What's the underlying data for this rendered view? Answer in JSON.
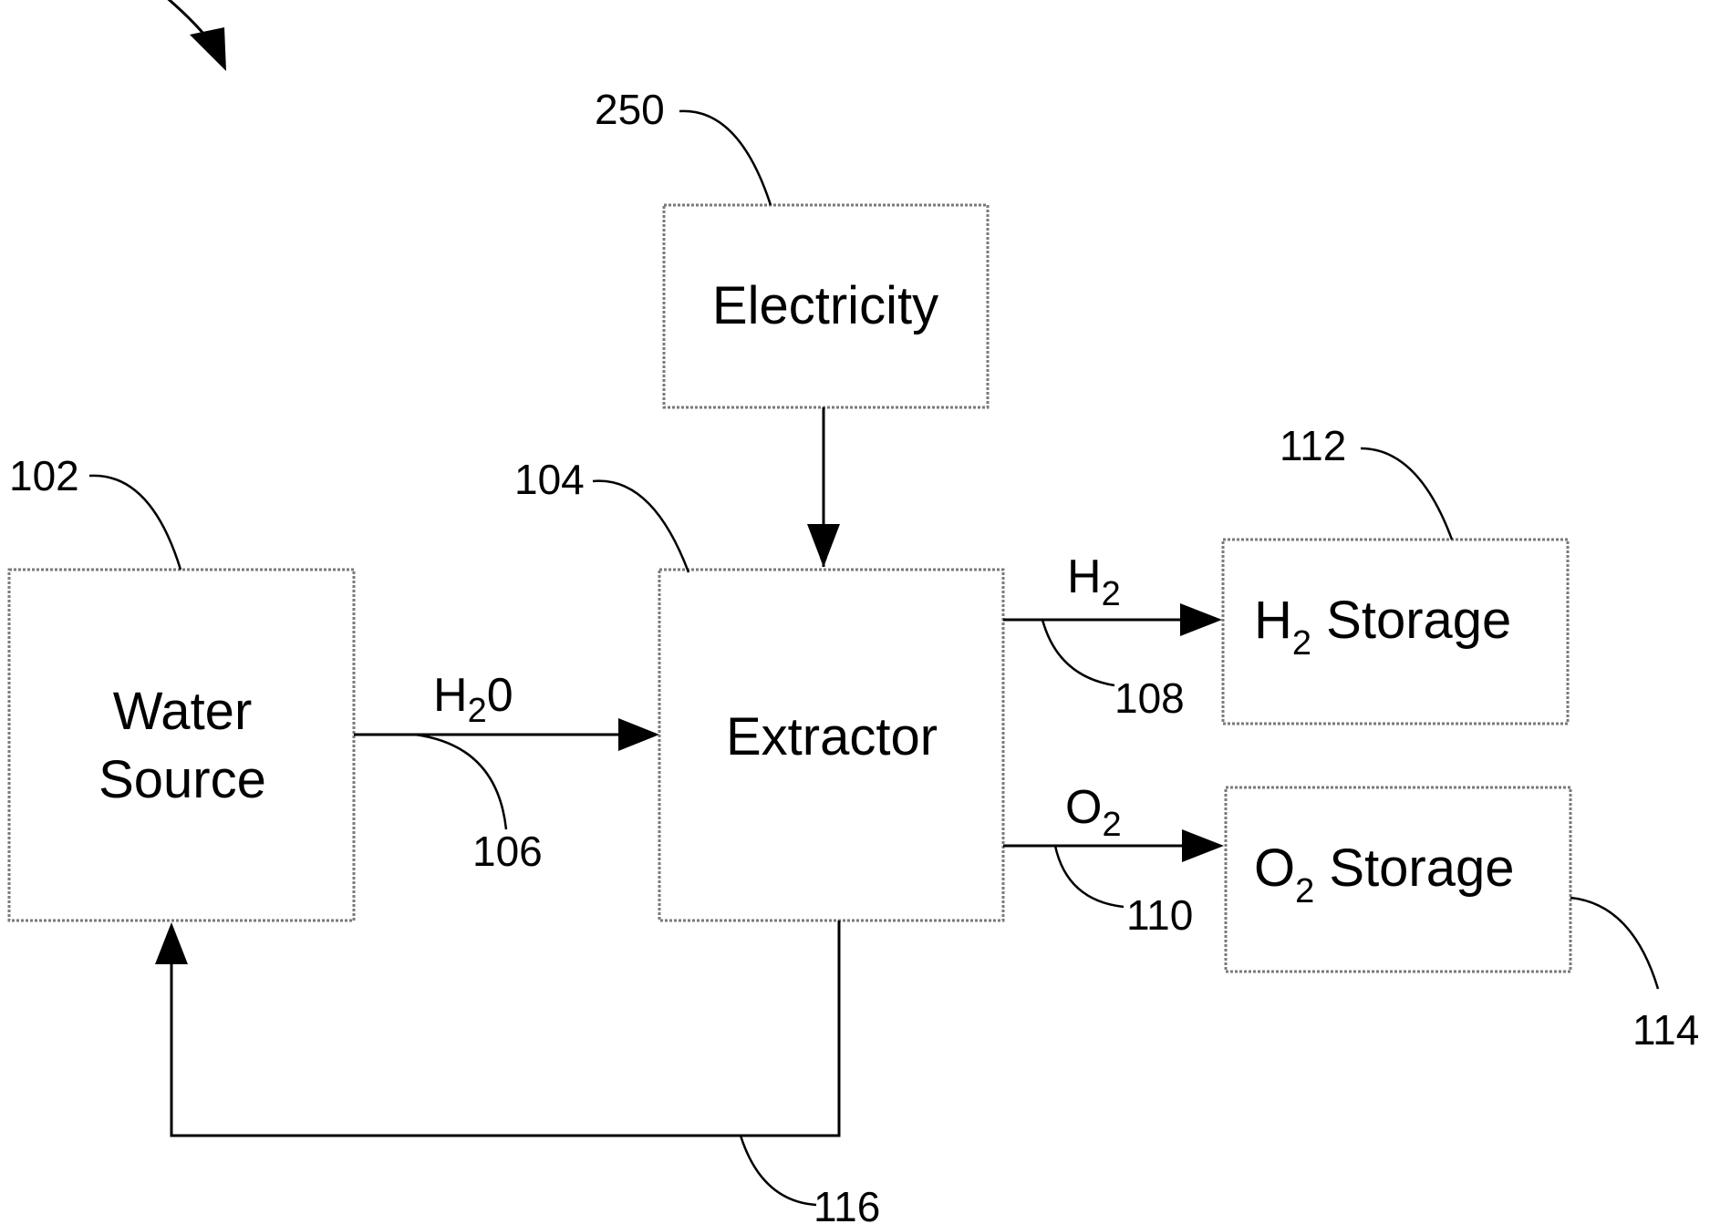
{
  "boxes": {
    "electricity": "Electricity",
    "water_source_line1": "Water",
    "water_source_line2": "Source",
    "extractor": "Extractor",
    "h2_storage_main": "H",
    "h2_storage_sub": "2",
    "h2_storage_rest": " Storage",
    "o2_storage_main": "O",
    "o2_storage_sub": "2",
    "o2_storage_rest": " Storage"
  },
  "flows": {
    "water_main": "H",
    "water_sub": "2",
    "water_rest": "0",
    "h2_main": "H",
    "h2_sub": "2",
    "o2_main": "O",
    "o2_sub": "2"
  },
  "refs": {
    "electricity": "250",
    "water_source": "102",
    "extractor": "104",
    "h2_storage": "112",
    "o2_storage": "114",
    "water_flow": "106",
    "h2_flow": "108",
    "o2_flow": "110",
    "return_flow": "116"
  }
}
